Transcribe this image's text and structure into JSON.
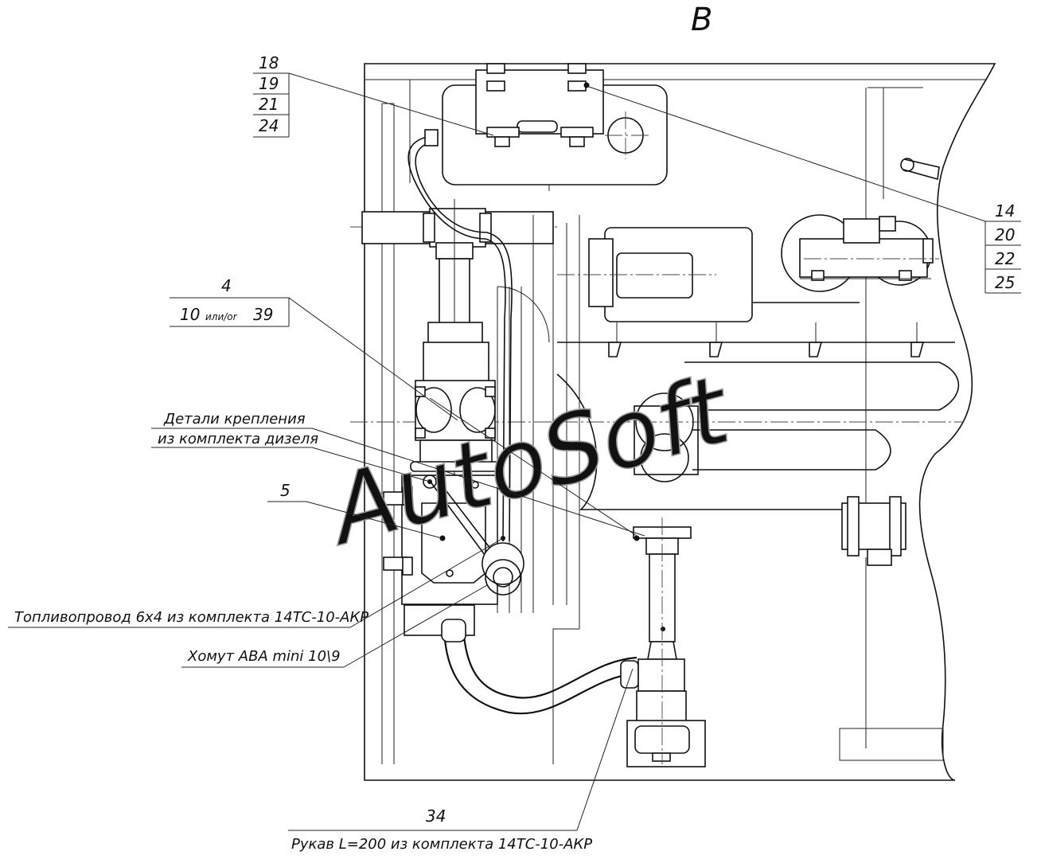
{
  "view": {
    "label": "B"
  },
  "watermark": {
    "text": "AutoSoft"
  },
  "callouts": {
    "upper_left": [
      "18",
      "19",
      "21",
      "24"
    ],
    "right": [
      "14",
      "20",
      "22",
      "25"
    ],
    "item4": {
      "top": "4",
      "bottom_main": "10",
      "bottom_small": "или/or",
      "bottom_alt": "39"
    },
    "item5": "5",
    "item34": "34"
  },
  "notes": {
    "mount_line1": "Детали крепления",
    "mount_line2": "из комплекта дизеля",
    "fuel_line": "Топливопровод 6х4 из комплекта 14ТС-10-АКР",
    "clamp": "Хомут ABA mini 10\\9",
    "hose": "Рукав L=200 из комплекта 14ТС-10-АКР"
  }
}
